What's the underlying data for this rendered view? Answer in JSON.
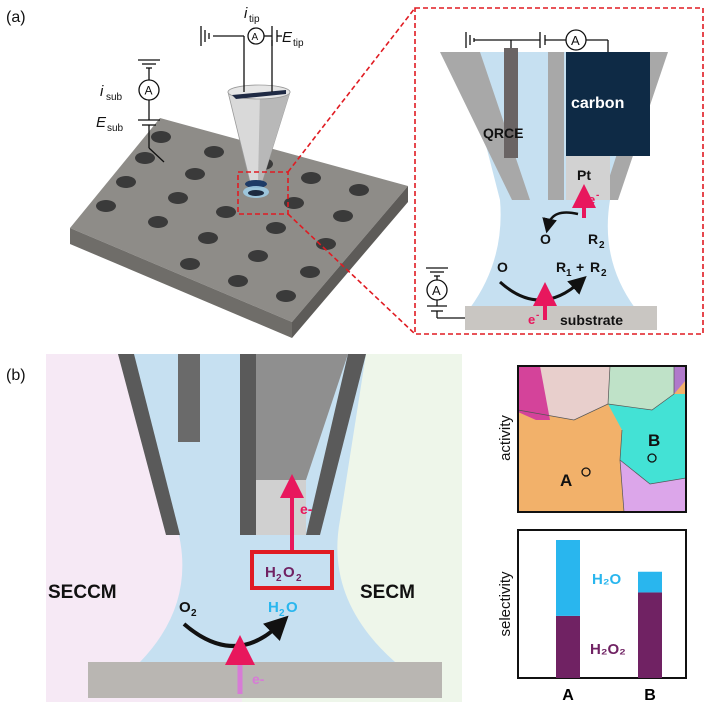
{
  "panel_a": {
    "label": "(a)",
    "isub": "i",
    "isub_sub": "sub",
    "esub": "E",
    "esub_sub": "sub",
    "itip": "i",
    "itip_sub": "tip",
    "etip": "E",
    "etip_sub": "tip",
    "ammeter": "A",
    "qrce": "QRCE",
    "carbon": "carbon",
    "pt": "Pt",
    "electron": "e",
    "electron_sup": "-",
    "o": "O",
    "r2": "R",
    "r2_sub": "2",
    "r1": "R",
    "r1_sub": "1",
    "plus": " + ",
    "substrate": "substrate"
  },
  "panel_b": {
    "label": "(b)",
    "seccm": "SECCM",
    "secm": "SECM",
    "h2o2_main": "H",
    "h2o2_sub1": "2",
    "h2o2_o": "O",
    "h2o2_sub2": "2",
    "o2": "O",
    "o2_sub": "2",
    "h2o": "H",
    "h2o_sub": "2",
    "h2o_o": "O",
    "e_tip": "e-",
    "e_sub": "e-"
  },
  "activity_map": {
    "ylabel": "activity",
    "point_a": "A",
    "point_b": "B"
  },
  "selectivity": {
    "ylabel": "selectivity",
    "legend_h2o": "H₂O",
    "legend_h2o2": "H₂O₂",
    "categories": [
      "A",
      "B"
    ],
    "h2o2_fraction": [
      0.45,
      0.62
    ],
    "h2o_fraction": [
      0.55,
      0.15
    ]
  },
  "colors": {
    "electrolyte": "#c6e0f1",
    "h2o": "#29b6ee",
    "h2o2": "#702263",
    "electron": "#e8175d",
    "red_box": "#e01b22"
  }
}
